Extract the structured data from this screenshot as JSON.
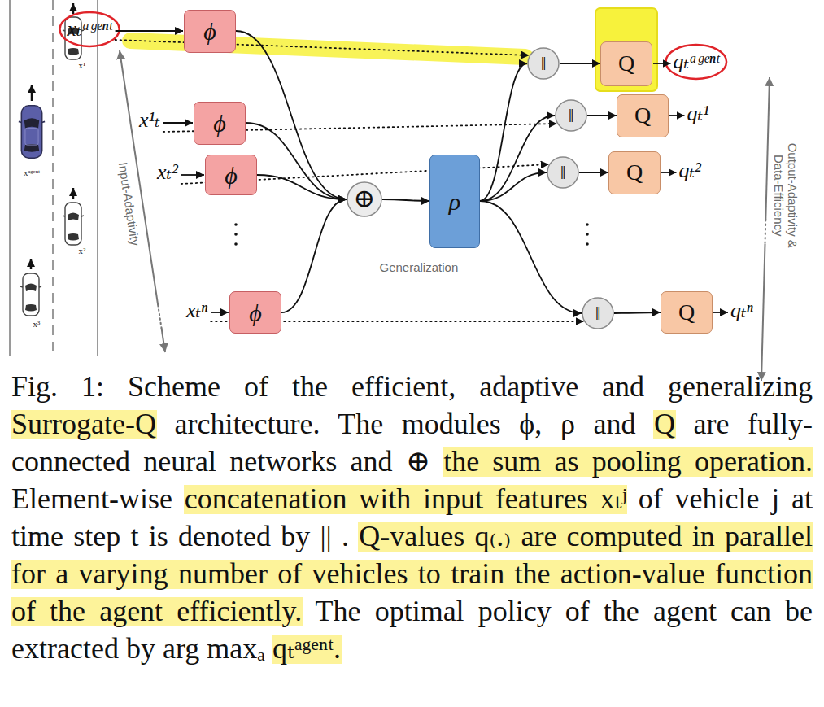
{
  "diagram": {
    "caption": "Fig. 1: Scheme of the efficient, adaptive and generalizing Surrogate-Q architecture. The modules ϕ, ρ and Q are fully-connected neural networks and ⊕ the sum as pooling operation. Element-wise concatenation with input features xₜʲ of vehicle j at time step t is denoted by || . Q-values q₍.₎ are computed in parallel for a varying number of vehicles to train the action-value function of the agent efficiently. The optimal policy of the agent can be extracted by arg maxₐ qₜᵃᵍᵉⁿᵗ.",
    "nodes": [
      {
        "text": [
          "ϕ"
        ]
      },
      {
        "text": [
          "ϕ"
        ]
      },
      {
        "text": [
          "ϕ"
        ]
      },
      {
        "text": [
          "ϕ"
        ]
      },
      {
        "text": [
          "⊕"
        ]
      },
      {
        "text": [
          "ρ"
        ]
      },
      {
        "text": [
          "‖"
        ]
      },
      {
        "text": [
          "Q"
        ]
      },
      {
        "text": [
          "‖"
        ]
      },
      {
        "text": [
          "Q"
        ]
      },
      {
        "text": [
          "‖"
        ]
      },
      {
        "text": [
          "Q"
        ]
      },
      {
        "text": [
          "‖"
        ]
      },
      {
        "text": [
          "Q"
        ]
      }
    ],
    "edges": [
      {
        "from": 0,
        "to": 4,
        "arrow": "to"
      },
      {
        "from": 1,
        "to": 4,
        "arrow": "to"
      },
      {
        "from": 2,
        "to": 4,
        "arrow": "to"
      },
      {
        "from": 3,
        "to": 4,
        "arrow": "to"
      },
      {
        "from": 4,
        "to": 5,
        "arrow": "to"
      },
      {
        "from": 5,
        "to": 6,
        "arrow": "to"
      },
      {
        "from": 5,
        "to": 8,
        "arrow": "to"
      },
      {
        "from": 5,
        "to": 10,
        "arrow": "to"
      },
      {
        "from": 5,
        "to": 12,
        "arrow": "to"
      },
      {
        "from": 6,
        "to": 7,
        "arrow": "to"
      },
      {
        "from": 8,
        "to": 9,
        "arrow": "to"
      },
      {
        "from": 10,
        "to": 11,
        "arrow": "to"
      },
      {
        "from": 12,
        "to": 13,
        "arrow": "to"
      }
    ],
    "labels": [
      "xₜᵃᵍᵉⁿᵗ",
      "x¹ₜ",
      "xₜ²",
      "xₜⁿ",
      "qₜᵃᵍᵉⁿᵗ",
      "qₜ¹",
      "qₜ²",
      "qₜⁿ",
      "Input-Adaptivity",
      "Generalization",
      "Output-Adaptivity & Data-Efficiency",
      "xᵃᵍᵉⁿᵗ",
      "x¹",
      "x²",
      "x³"
    ]
  }
}
